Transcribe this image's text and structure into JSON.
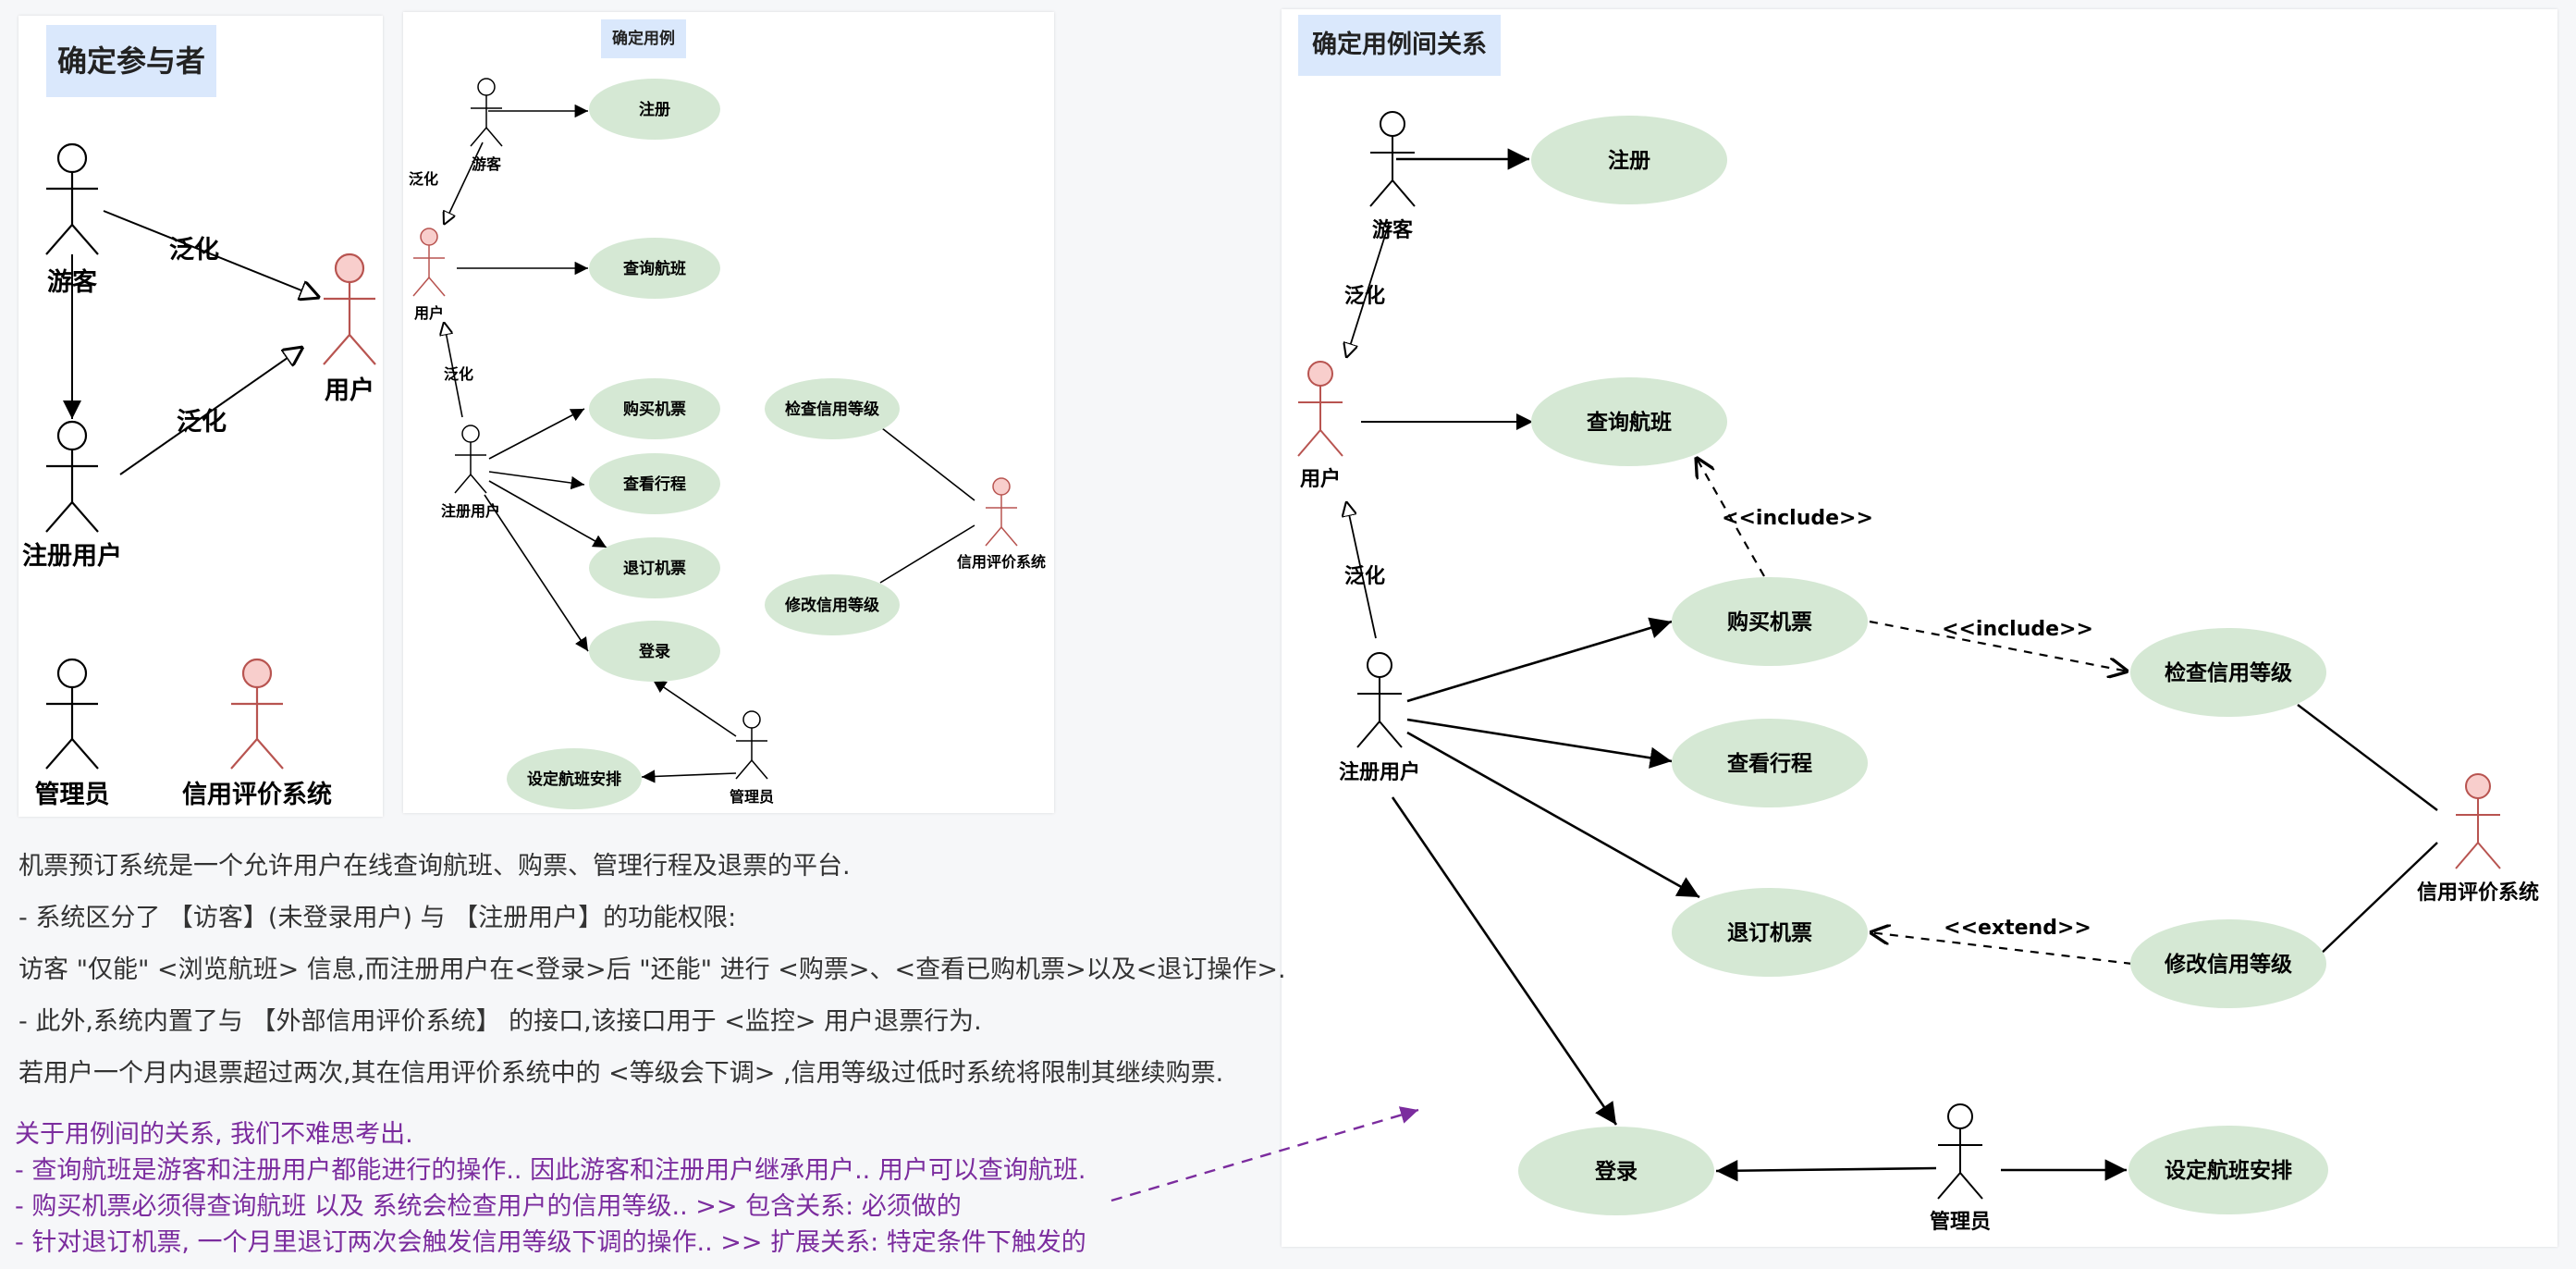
{
  "panel_actors": {
    "title": "确定参与者",
    "visitor": "游客",
    "registered": "注册用户",
    "user": "用户",
    "admin": "管理员",
    "credit": "信用评价系统",
    "gen1": "泛化",
    "gen2": "泛化"
  },
  "panel_usecases": {
    "title": "确定用例",
    "visitor": "游客",
    "user": "用户",
    "registered": "注册用户",
    "admin": "管理员",
    "credit": "信用评价系统",
    "gen1": "泛化",
    "gen2": "泛化",
    "uc_register": "注册",
    "uc_query": "查询航班",
    "uc_buy": "购买机票",
    "uc_trip": "查看行程",
    "uc_refund": "退订机票",
    "uc_login": "登录",
    "uc_schedule": "设定航班安排",
    "uc_check": "检查信用等级",
    "uc_modify": "修改信用等级"
  },
  "panel_relations": {
    "title": "确定用例间关系",
    "visitor": "游客",
    "user": "用户",
    "registered": "注册用户",
    "admin": "管理员",
    "credit": "信用评价系统",
    "gen1": "泛化",
    "gen2": "泛化",
    "uc_register": "注册",
    "uc_query": "查询航班",
    "uc_buy": "购买机票",
    "uc_trip": "查看行程",
    "uc_refund": "退订机票",
    "uc_login": "登录",
    "uc_schedule": "设定航班安排",
    "uc_check": "检查信用等级",
    "uc_modify": "修改信用等级",
    "include1": "<<include>>",
    "include2": "<<include>>",
    "extend": "<<extend>>"
  },
  "description": [
    "机票预订系统是一个允许用户在线查询航班、购票、管理行程及退票的平台.",
    "- 系统区分了 【访客】(未登录用户) 与 【注册用户】的功能权限:",
    "访客 \"仅能\" <浏览航班> 信息,而注册用户在<登录>后 \"还能\" 进行 <购票>、<查看已购机票>以及<退订操作>.",
    "- 此外,系统内置了与 【外部信用评价系统】 的接口,该接口用于 <监控> 用户退票行为.",
    "若用户一个月内退票超过两次,其在信用评价系统中的 <等级会下调> ,信用等级过低时系统将限制其继续购票."
  ],
  "notes": [
    "关于用例间的关系, 我们不难思考出.",
    "- 查询航班是游客和注册用户都能进行的操作.. 因此游客和注册用户继承用户.. 用户可以查询航班.",
    "- 购买机票必须得查询航班 以及 系统会检查用户的信用等级..  >> 包含关系: 必须做的",
    "- 针对退订机票, 一个月里退订两次会触发信用等级下调的操作.. >> 扩展关系: 特定条件下触发的"
  ],
  "colors": {
    "usecase_fill": "#d5e8d4",
    "pink_actor_fill": "#f8cecc",
    "pink_actor_stroke": "#b85450",
    "title_fill": "#dae8fc",
    "note_color": "#7b2c9e"
  }
}
